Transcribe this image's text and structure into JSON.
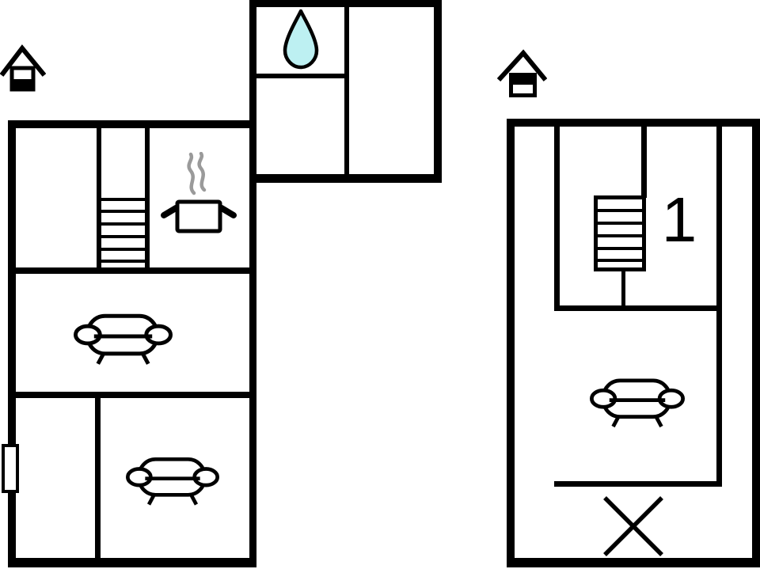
{
  "figure": {
    "kind": "holiday-home floor plan",
    "floors_shown": 2
  },
  "labels": {
    "first_floor_room": "1"
  },
  "colors": {
    "wall": "#000000",
    "background": "#ffffff",
    "water_drop_fill": "#bdf0f2",
    "steam": "#9a9a9a"
  },
  "icons": {
    "ground_floor_marker": "house-icon-lower-half-filled",
    "first_floor_marker": "house-icon-upper-half-filled",
    "water_drop": "teardrop (bathroom)",
    "cooking_pot": "pot-with-steam (kitchen)",
    "sofa": "sofa-top-view (living area)",
    "stairs": "staircase-treads",
    "cross": "x-cross (open area)"
  },
  "plans": {
    "ground_floor": {
      "marker": "house-icon-lower-half-filled",
      "features": [
        "staircase",
        "kitchen-pot",
        "bathroom-water-drop",
        "sofa-living-room",
        "sofa-lower-room",
        "window-left-wall"
      ]
    },
    "first_floor": {
      "marker": "house-icon-upper-half-filled",
      "room_number": "1",
      "features": [
        "staircase",
        "room-1",
        "sofa-lounge",
        "cross-open-area"
      ]
    }
  }
}
